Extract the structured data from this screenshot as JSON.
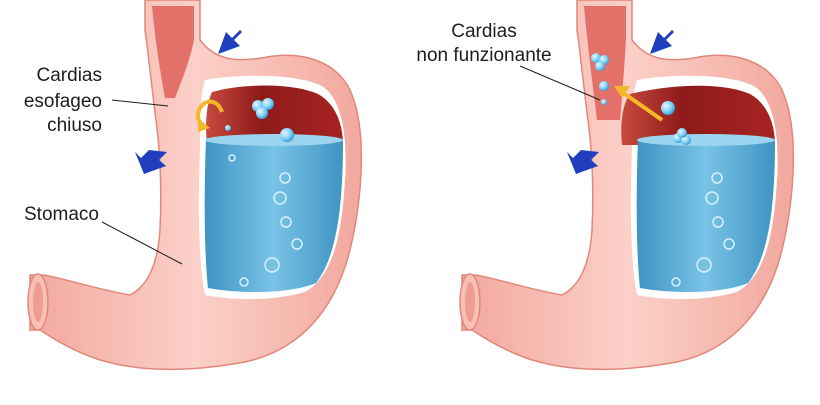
{
  "labels": {
    "closed_cardia": [
      "Cardias",
      "esofageo",
      "chiuso"
    ],
    "stomach": "Stomaco",
    "open_cardia": [
      "Cardias",
      "non funzionante"
    ]
  },
  "colors": {
    "stomach_wall": "#f6b7ad",
    "stomach_outline": "#e2877c",
    "mucosa": "#a82323",
    "gastric_fluid": "#5aaed3",
    "arrow": "#1f3fbf",
    "reflux_arrow": "#f5b828",
    "label_text": "#1e1e1e"
  },
  "icons": {
    "pressure_arrow": "arrow-icon",
    "reflux_arrow": "curved-arrow-icon",
    "bubble": "bubble-icon"
  }
}
